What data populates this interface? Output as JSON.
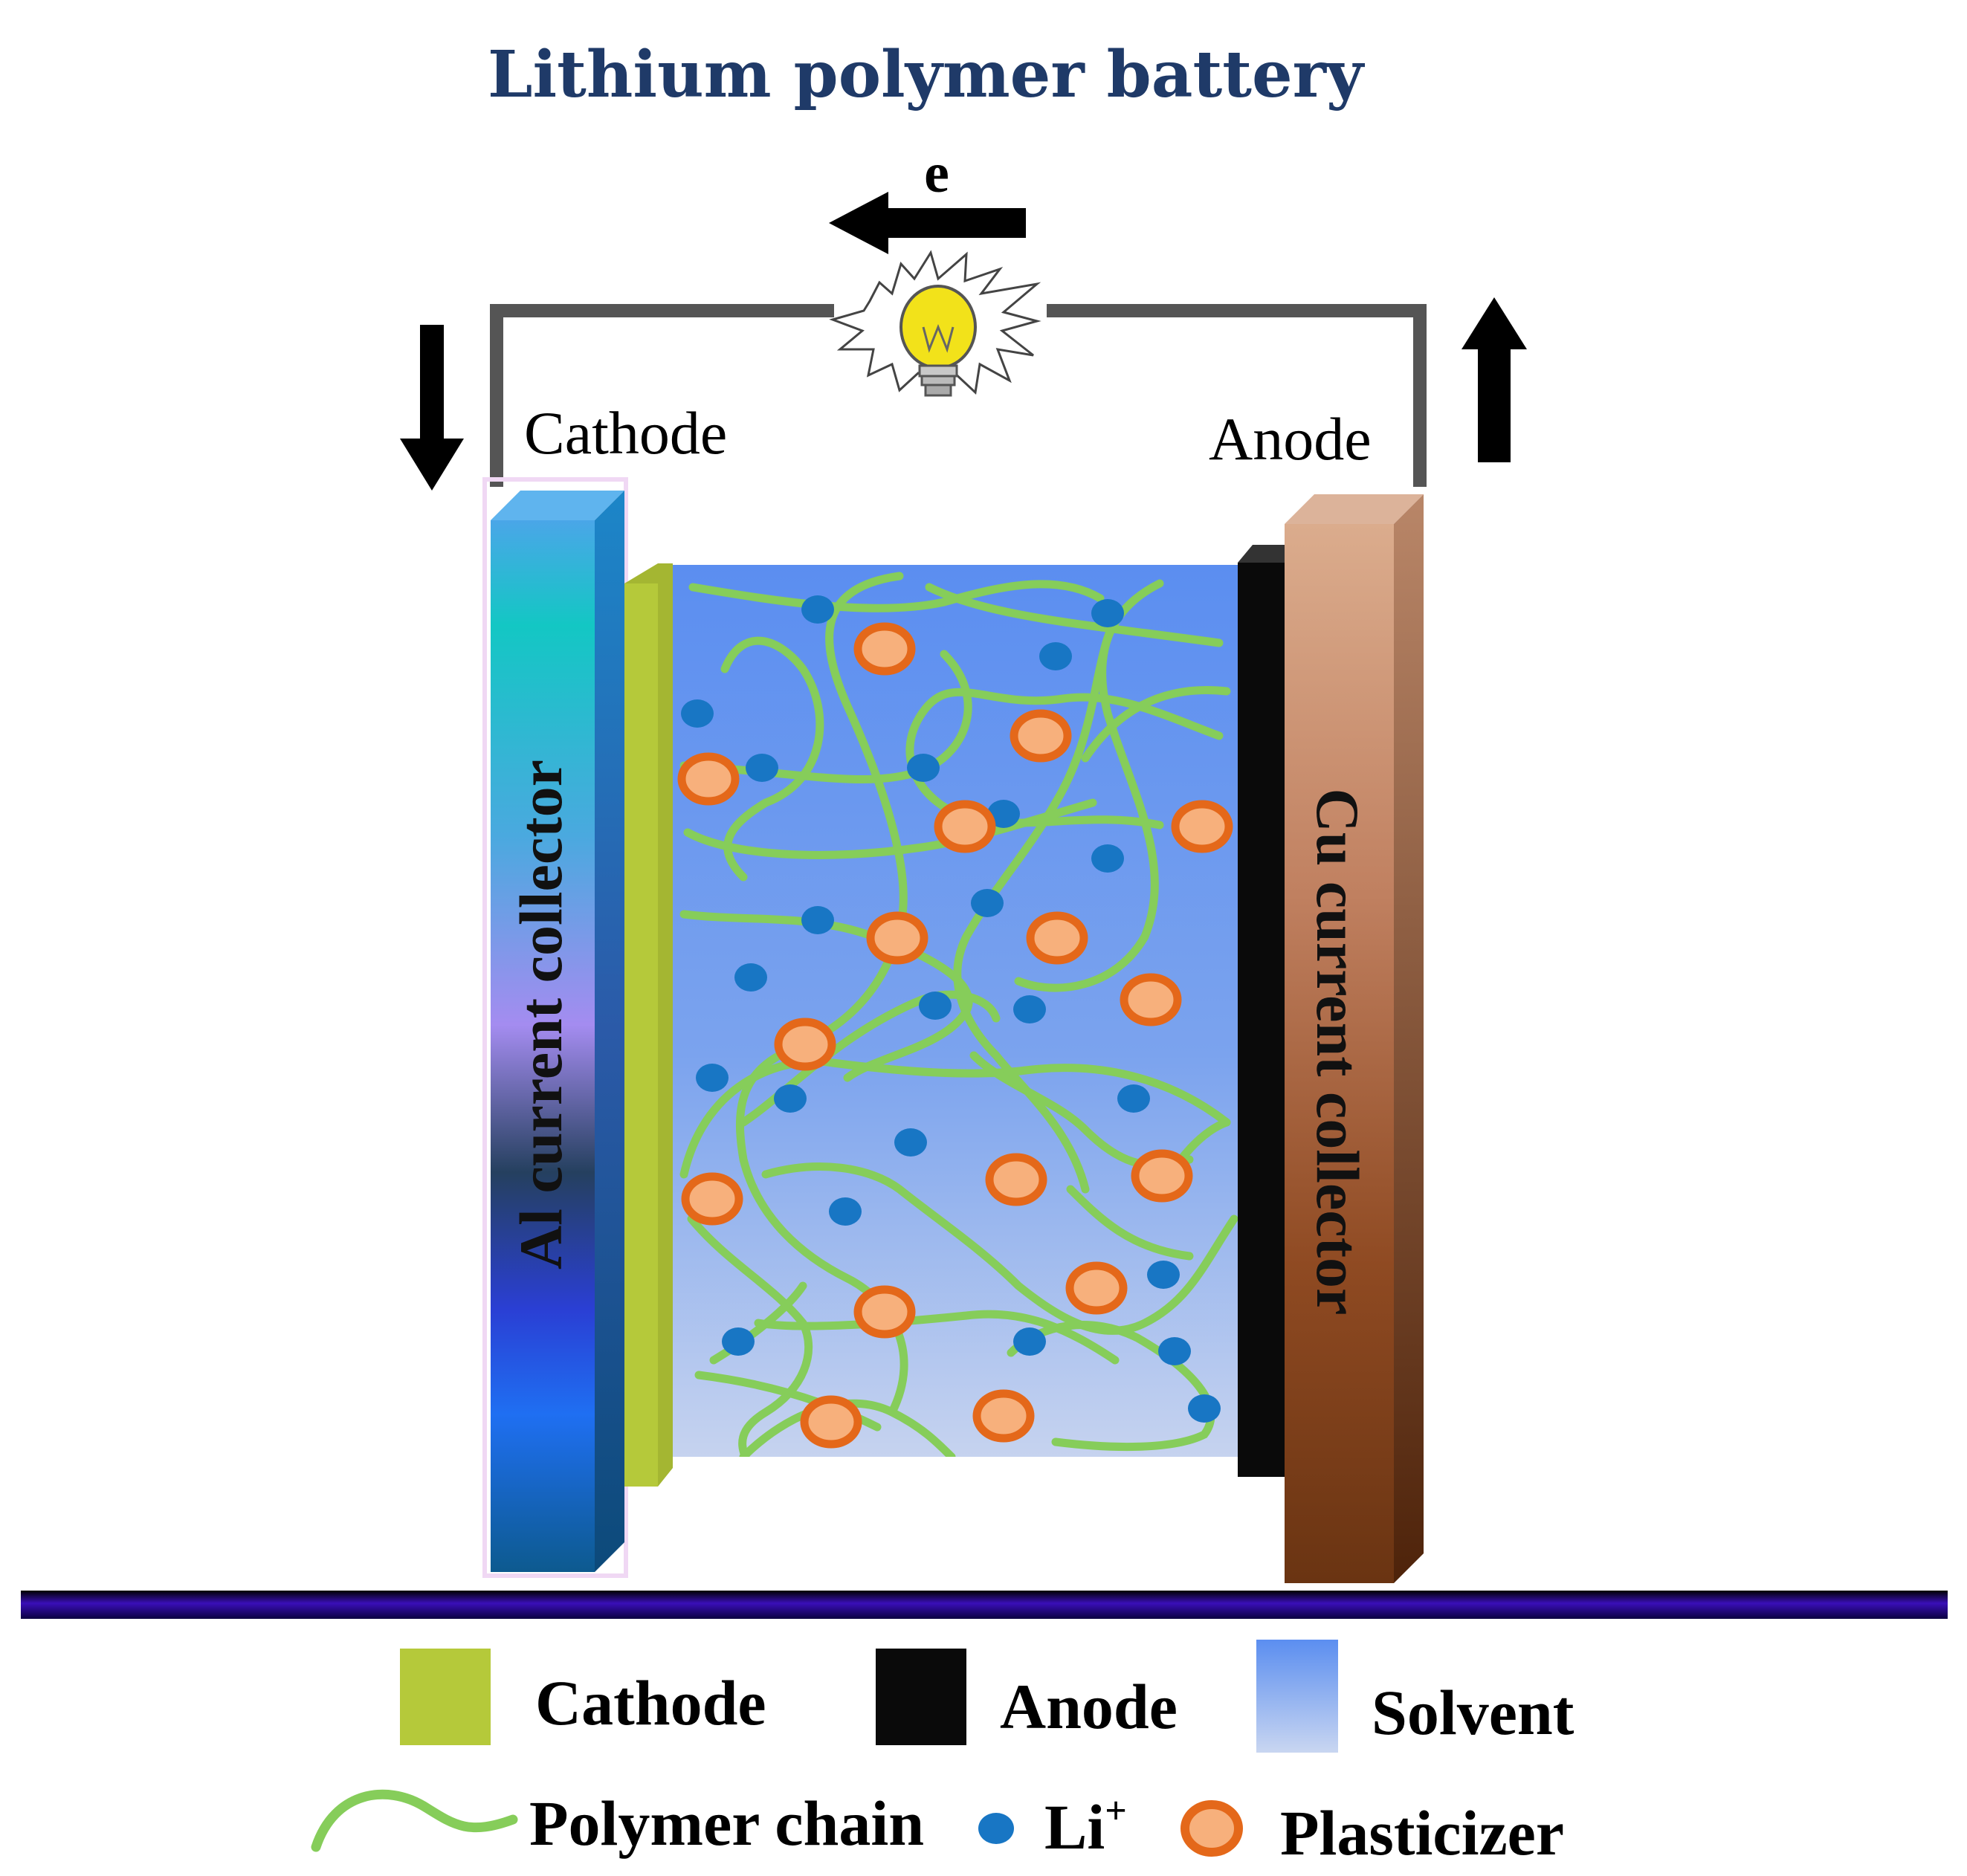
{
  "title": "Lithium polymer battery",
  "electron_label": "e",
  "cathode_label": "Cathode",
  "anode_label": "Anode",
  "al_collector_label": "Al current collector",
  "cu_collector_label": "Cu current collector",
  "legend": {
    "cathode": "Cathode",
    "anode": "Anode",
    "solvent": "Solvent",
    "polymer_chain": "Polymer chain",
    "li_ion_base": "Li",
    "li_ion_sup": "+",
    "plasticizer": "Plasticizer"
  },
  "colors": {
    "title": "#1f3a68",
    "cathode_layer": "#b5c93a",
    "anode_layer": "#0a0a0a",
    "solvent_top": "#5b8ef0",
    "solvent_bottom": "#c4d2ef",
    "polymer_chain": "#86cd5a",
    "li_ion": "#1876c4",
    "plasticizer_fill": "#f7b07c",
    "plasticizer_ring": "#e4681a",
    "wire": "#555555",
    "bulb": "#f2e21a",
    "al_collector_top": "#13c7c4",
    "al_collector_mid": "#9a8cf2",
    "al_collector_low": "#1f6bf0",
    "cu_collector_top": "#d9a98a",
    "cu_collector_bottom": "#6b3512",
    "baseline": "#2a0aa0"
  },
  "icons": {
    "electron_arrow": "left-arrow-icon",
    "down_arrow": "down-arrow-icon",
    "up_arrow": "up-arrow-icon",
    "light_bulb": "light-bulb-icon"
  }
}
